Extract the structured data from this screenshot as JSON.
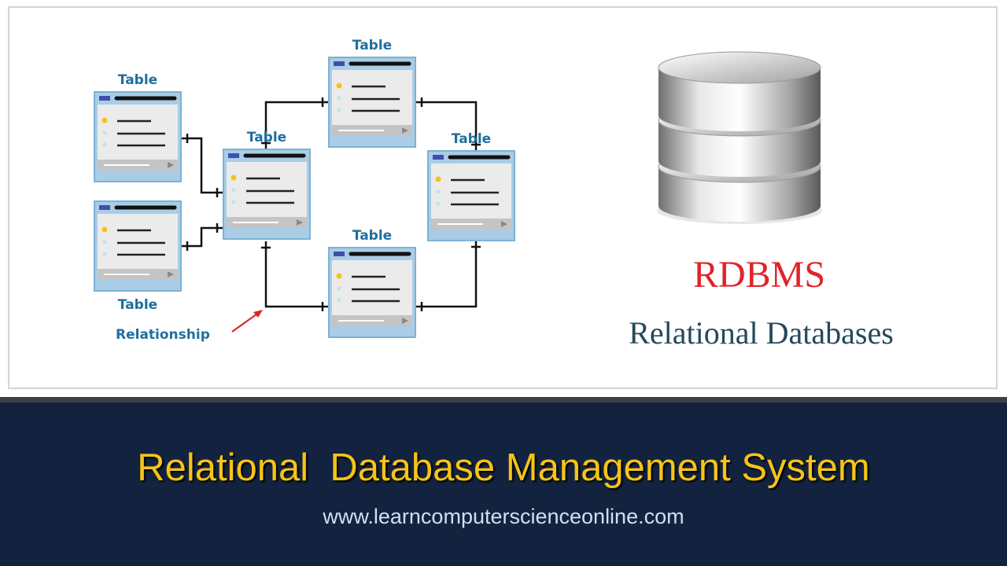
{
  "diagram": {
    "table_label": "Table",
    "tables": [
      "Table",
      "Table",
      "Table",
      "Table",
      "Table",
      "Table"
    ],
    "relationship_label": "Relationship"
  },
  "right_panel": {
    "acronym": "RDBMS",
    "subtitle": "Relational Databases"
  },
  "banner": {
    "title": "Relational  Database Management System",
    "url": "www.learncomputerscienceonline.com"
  },
  "colors": {
    "title": "#f6c417",
    "band": "#13233f",
    "acronym": "#e0242a",
    "table_label": "#1f6f9f"
  }
}
